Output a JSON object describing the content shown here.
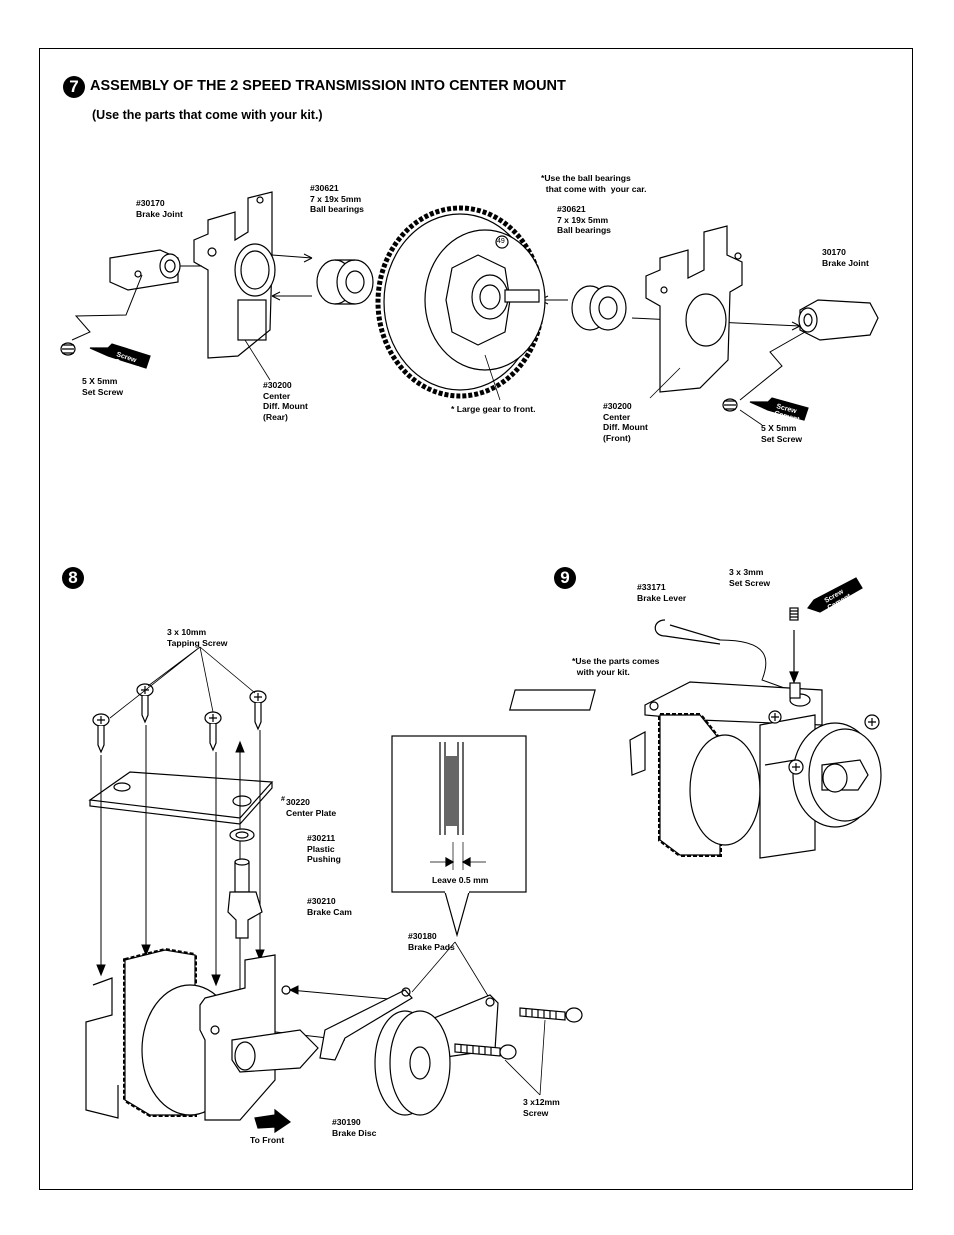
{
  "step7": {
    "number": "7",
    "title": "ASSEMBLY OF THE 2 SPEED TRANSMISSION INTO CENTER MOUNT",
    "subtitle": "(Use the parts that come  with your kit.)",
    "labels": {
      "brake_joint_left": "#30170\nBrake Joint",
      "bearing_left": "#30621\n7 x 19x 5mm\nBall bearings",
      "note_bearings": "*Use the ball bearings\n  that come with  your car.",
      "bearing_right": "#30621\n7 x 19x 5mm\nBall bearings",
      "brake_joint_right": "30170\nBrake Joint",
      "set_screw_left": "5 X 5mm\nSet Screw",
      "mount_rear": "#30200\nCenter\nDiff. Mount\n(Rear)",
      "large_gear": "* Large gear to front.",
      "mount_front": "#30200\nCenter\nDiff. Mount\n(Front)",
      "set_screw_right": "5 X 5mm\nSet Screw",
      "gear_number": "49"
    }
  },
  "step8": {
    "number": "8",
    "labels": {
      "tapping_screw": "3 x 10mm\nTapping Screw",
      "center_plate_mark": "#",
      "center_plate": "30220\nCenter Plate",
      "plastic_bushing": "#30211\nPlastic\nPushing",
      "brake_cam": "#30210\nBrake Cam",
      "leave_gap": "Leave 0.5 mm",
      "brake_pads": "#30180\nBrake Pads",
      "screw_12": "3 x12mm\nScrew",
      "brake_disc": "#30190\nBrake Disc",
      "to_front": "To Front"
    }
  },
  "step9": {
    "number": "9",
    "labels": {
      "set_screw": "3 x 3mm\nSet Screw",
      "brake_lever": "#33171\nBrake Lever",
      "note_parts": "*Use the parts comes\n  with your kit."
    }
  },
  "cement_label": [
    "Screw",
    "Cement"
  ]
}
